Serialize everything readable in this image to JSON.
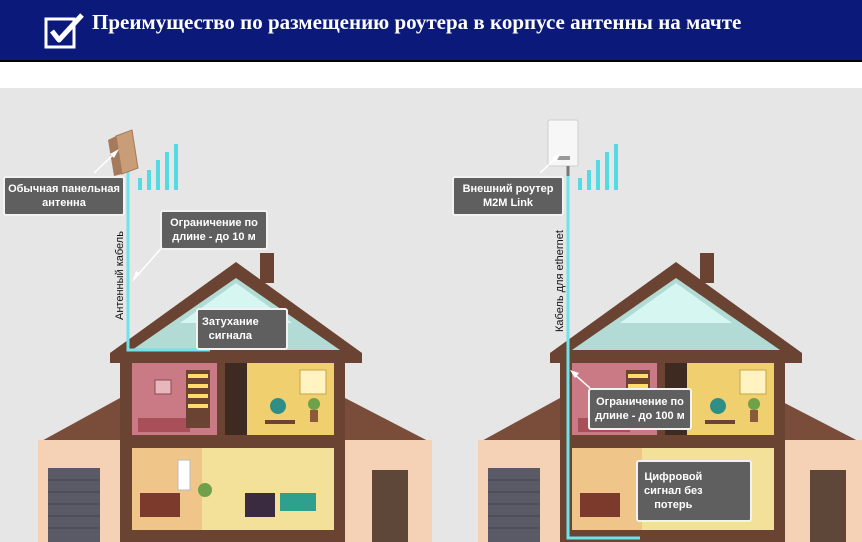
{
  "banner": {
    "title": "Преимущество по размещению роутера в корпусе антенны на мачте",
    "icon": "checkbox-checked-icon",
    "background": "#0b1a7a"
  },
  "left": {
    "antenna_label": "Обычная панельная\nантенна",
    "length_label": "Ограничение по\nдлине - до 10 м",
    "attenuation_label": "Затухание\nсигнала",
    "cable_label": "Антенный кабель"
  },
  "right": {
    "router_label": "Внешний роутер\nM2M Link",
    "length_label": "Ограничение по\nдлине - до 100 м",
    "digital_label": "Цифровой\nсигнал без\nпотерь",
    "cable_label": "Кабель для ethernet"
  },
  "colors": {
    "cable": "#6fe3ea",
    "label_bg": "#5f5f5f",
    "roof": "#6b4332",
    "wall": "#f3cfb2"
  }
}
